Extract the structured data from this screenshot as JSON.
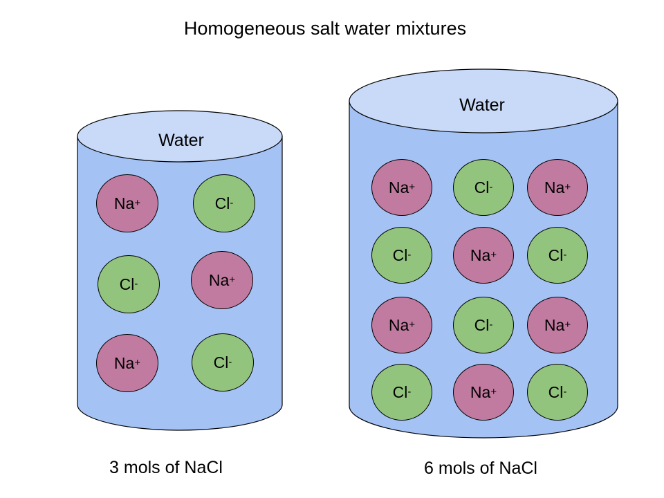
{
  "title": "Homogeneous salt water mixtures",
  "colors": {
    "background": "#ffffff",
    "cylinder_body": "#a4c2f4",
    "cylinder_top": "#c9daf8",
    "na_fill": "#c27ba0",
    "cl_fill": "#93c47d",
    "outline": "#000000",
    "text": "#000000"
  },
  "beakers": [
    {
      "water_label": "Water",
      "caption": "3 mols of NaCl",
      "ions": [
        {
          "symbol": "Na",
          "charge": "+"
        },
        {
          "symbol": "Cl",
          "charge": "-"
        },
        {
          "symbol": "Cl",
          "charge": "-"
        },
        {
          "symbol": "Na",
          "charge": "+"
        },
        {
          "symbol": "Na",
          "charge": "+"
        },
        {
          "symbol": "Cl",
          "charge": "-"
        }
      ]
    },
    {
      "water_label": "Water",
      "caption": "6 mols of NaCl",
      "ions": [
        {
          "symbol": "Na",
          "charge": "+"
        },
        {
          "symbol": "Cl",
          "charge": "-"
        },
        {
          "symbol": "Na",
          "charge": "+"
        },
        {
          "symbol": "Cl",
          "charge": "-"
        },
        {
          "symbol": "Na",
          "charge": "+"
        },
        {
          "symbol": "Cl",
          "charge": "-"
        },
        {
          "symbol": "Na",
          "charge": "+"
        },
        {
          "symbol": "Cl",
          "charge": "-"
        },
        {
          "symbol": "Na",
          "charge": "+"
        },
        {
          "symbol": "Cl",
          "charge": "-"
        },
        {
          "symbol": "Na",
          "charge": "+"
        },
        {
          "symbol": "Cl",
          "charge": "-"
        }
      ]
    }
  ]
}
